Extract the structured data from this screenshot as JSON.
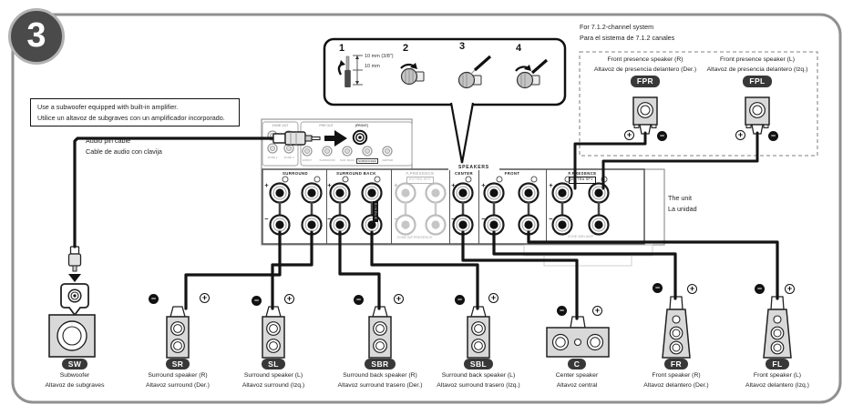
{
  "page": {
    "step_number": "3"
  },
  "notes": {
    "subwoofer_note_line1": "Use a subwoofer equipped with built-in amplifier.",
    "subwoofer_note_line2": "Utilice un altavoz de subgraves con un amplificador incorporado.",
    "pin_cable_line1": "Audio pin cable",
    "pin_cable_line2": "Cable de audio con clavija",
    "unit_line1": "The unit",
    "unit_line2": "La unidad"
  },
  "steps_box": {
    "step1": "1",
    "step2": "2",
    "step3": "3",
    "step4": "4",
    "dim_line1": "10 mm (3/8\")",
    "dim_line2": "10 mm"
  },
  "presence": {
    "title_line1": "For 7.1.2-channel system",
    "title_line2": "Para el sistema de 7.1.2 canales",
    "fpr_line1": "Front presence speaker (R)",
    "fpr_line2": "Altavoz de presencia delantero (Der.)",
    "fpr_badge": "FPR",
    "fpl_line1": "Front presence speaker (L)",
    "fpl_line2": "Altavoz de presencia delantero (Izq.)",
    "fpl_badge": "FPL"
  },
  "panel": {
    "zone_out_title": "ZONE OUT",
    "zone_jack1": "ZONE 2",
    "zone_jack2": "ZONE 3",
    "pre_out_title": "PRE OUT",
    "pre_out_front": "(FRONT)",
    "pre_jack1": "FRONT",
    "pre_jack2": "SURROUND",
    "pre_jack3": "SUR. BACK",
    "pre_jack4": "SUBWOOFER",
    "pre_jack5": "CENTER",
    "speakers_title": "SPEAKERS",
    "sec_surround": "SURROUND",
    "sec_surround_back": "SURROUND BACK",
    "sec_fpresence_gray": "F.PRESENCE",
    "sec_fpresence_gray_badge": "EXTRA SP2",
    "sec_fpresence_gray_note": "ZONE B/F.PRESENCE",
    "sec_center": "CENTER",
    "sec_front": "FRONT",
    "sec_fpresence": "F.PRESENCE",
    "sec_fpresence_badge": "EXTRA SP1",
    "sec_fpresence_note": "ZONE B/BI-AMP",
    "single_tag": "SINGLE",
    "plus": "+",
    "minus": "−"
  },
  "symbols": {
    "plus": "+",
    "minus": "−"
  },
  "speakers": {
    "sw": {
      "badge": "SW",
      "line1": "Subwoofer",
      "line2": "Altavoz de subgraves"
    },
    "sr": {
      "badge": "SR",
      "line1": "Surround speaker (R)",
      "line2": "Altavoz surround (Der.)"
    },
    "sl": {
      "badge": "SL",
      "line1": "Surround speaker (L)",
      "line2": "Altavoz surround (Izq.)"
    },
    "sbr": {
      "badge": "SBR",
      "line1": "Surround back speaker (R)",
      "line2": "Altavoz surround trasero (Der.)"
    },
    "sbl": {
      "badge": "SBL",
      "line1": "Surround back speaker (L)",
      "line2": "Altavoz surround trasero (Izq.)"
    },
    "c": {
      "badge": "C",
      "line1": "Center speaker",
      "line2": "Altavoz central"
    },
    "fr": {
      "badge": "FR",
      "line1": "Front speaker (R)",
      "line2": "Altavoz delantero (Der.)"
    },
    "fl": {
      "badge": "FL",
      "line1": "Front speaker (L)",
      "line2": "Altavoz delantero (Izq.)"
    }
  },
  "colors": {
    "badge_bg": "#383838",
    "speaker_fill": "#d9d9d9",
    "line": "#111111",
    "border_gray": "#999999"
  }
}
